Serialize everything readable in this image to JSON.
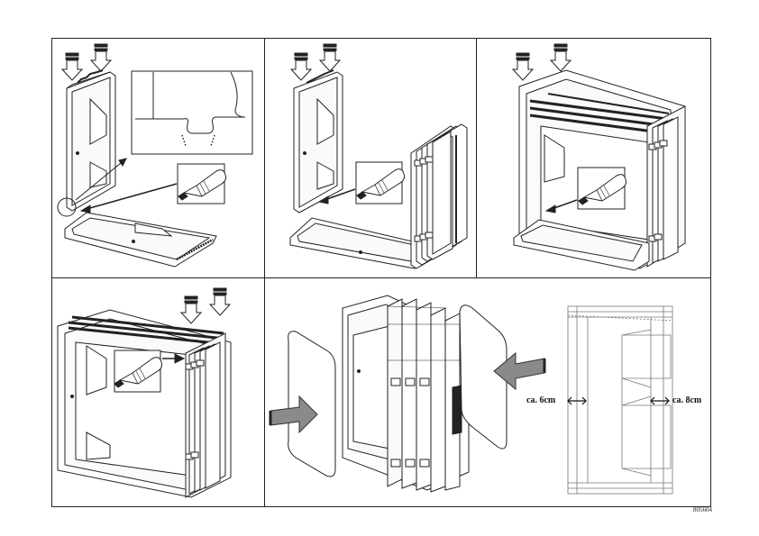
{
  "labels": {
    "gap_left": "ca. 6cm",
    "gap_right": "ca. 8cm"
  },
  "doc_code": "805604",
  "colors": {
    "line": "#222222",
    "arrow_fill": "#8a8a8a",
    "arrow_stroke": "#333333"
  },
  "steps": [
    {
      "name": "step-1",
      "icon": "glue-tube-icon"
    },
    {
      "name": "step-2",
      "icon": "glue-tube-icon"
    },
    {
      "name": "step-3",
      "icon": "glue-tube-icon"
    },
    {
      "name": "step-4",
      "icon": "glue-tube-icon"
    },
    {
      "name": "step-5",
      "icon": "insert-arrow-icon"
    }
  ]
}
